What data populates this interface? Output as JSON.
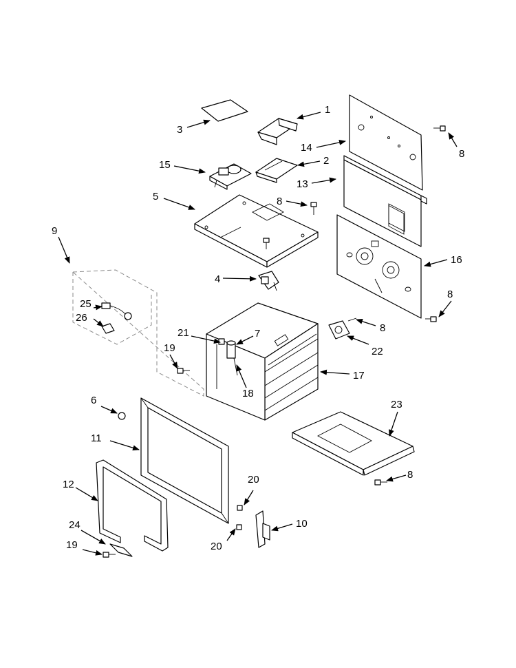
{
  "callouts": [
    {
      "id": "c1",
      "text": "1"
    },
    {
      "id": "c2",
      "text": "2"
    },
    {
      "id": "c3",
      "text": "3"
    },
    {
      "id": "c4",
      "text": "4"
    },
    {
      "id": "c5",
      "text": "5"
    },
    {
      "id": "c6",
      "text": "6"
    },
    {
      "id": "c7",
      "text": "7"
    },
    {
      "id": "c8a",
      "text": "8"
    },
    {
      "id": "c8b",
      "text": "8"
    },
    {
      "id": "c8c",
      "text": "8"
    },
    {
      "id": "c8d",
      "text": "8"
    },
    {
      "id": "c8e",
      "text": "8"
    },
    {
      "id": "c9",
      "text": "9"
    },
    {
      "id": "c10",
      "text": "10"
    },
    {
      "id": "c11",
      "text": "11"
    },
    {
      "id": "c12",
      "text": "12"
    },
    {
      "id": "c13",
      "text": "13"
    },
    {
      "id": "c14",
      "text": "14"
    },
    {
      "id": "c15",
      "text": "15"
    },
    {
      "id": "c16",
      "text": "16"
    },
    {
      "id": "c17",
      "text": "17"
    },
    {
      "id": "c18",
      "text": "18"
    },
    {
      "id": "c19a",
      "text": "19"
    },
    {
      "id": "c19b",
      "text": "19"
    },
    {
      "id": "c20a",
      "text": "20"
    },
    {
      "id": "c20b",
      "text": "20"
    },
    {
      "id": "c21",
      "text": "21"
    },
    {
      "id": "c22",
      "text": "22"
    },
    {
      "id": "c23",
      "text": "23"
    },
    {
      "id": "c24",
      "text": "24"
    },
    {
      "id": "c25",
      "text": "25"
    },
    {
      "id": "c26",
      "text": "26"
    }
  ],
  "colors": {
    "line": "#000000",
    "background": "#ffffff",
    "group_outline": "#8a8a8a"
  }
}
